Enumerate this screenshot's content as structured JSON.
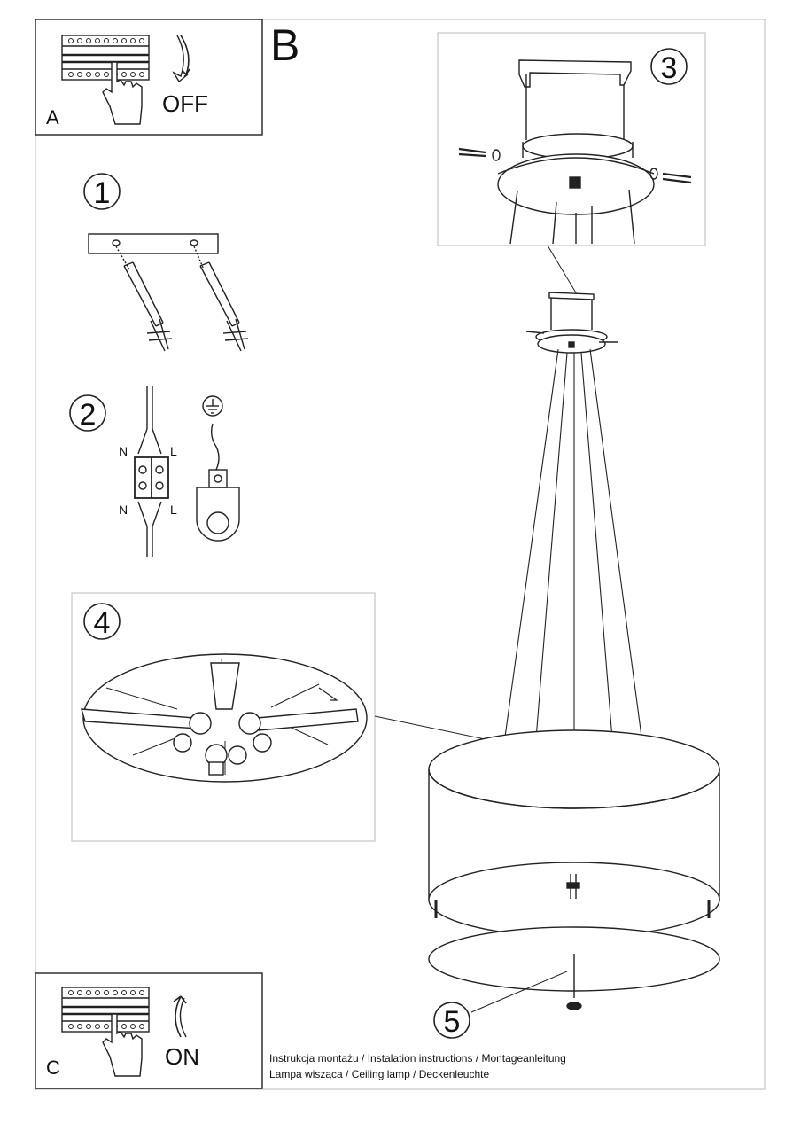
{
  "panels": {
    "A": {
      "letter": "A",
      "action": "OFF"
    },
    "B": {
      "letter": "B"
    },
    "C": {
      "letter": "C",
      "action": "ON"
    }
  },
  "steps": [
    "1",
    "2",
    "3",
    "4",
    "5"
  ],
  "wiring": {
    "left_top": "N",
    "right_top": "L",
    "left_bottom": "N",
    "right_bottom": "L"
  },
  "footer": {
    "line1": "Instrukcja montażu / Instalation instructions / Montageanleitung",
    "line2": "Lampa wisząca / Ceiling lamp / Deckenleuchte"
  }
}
